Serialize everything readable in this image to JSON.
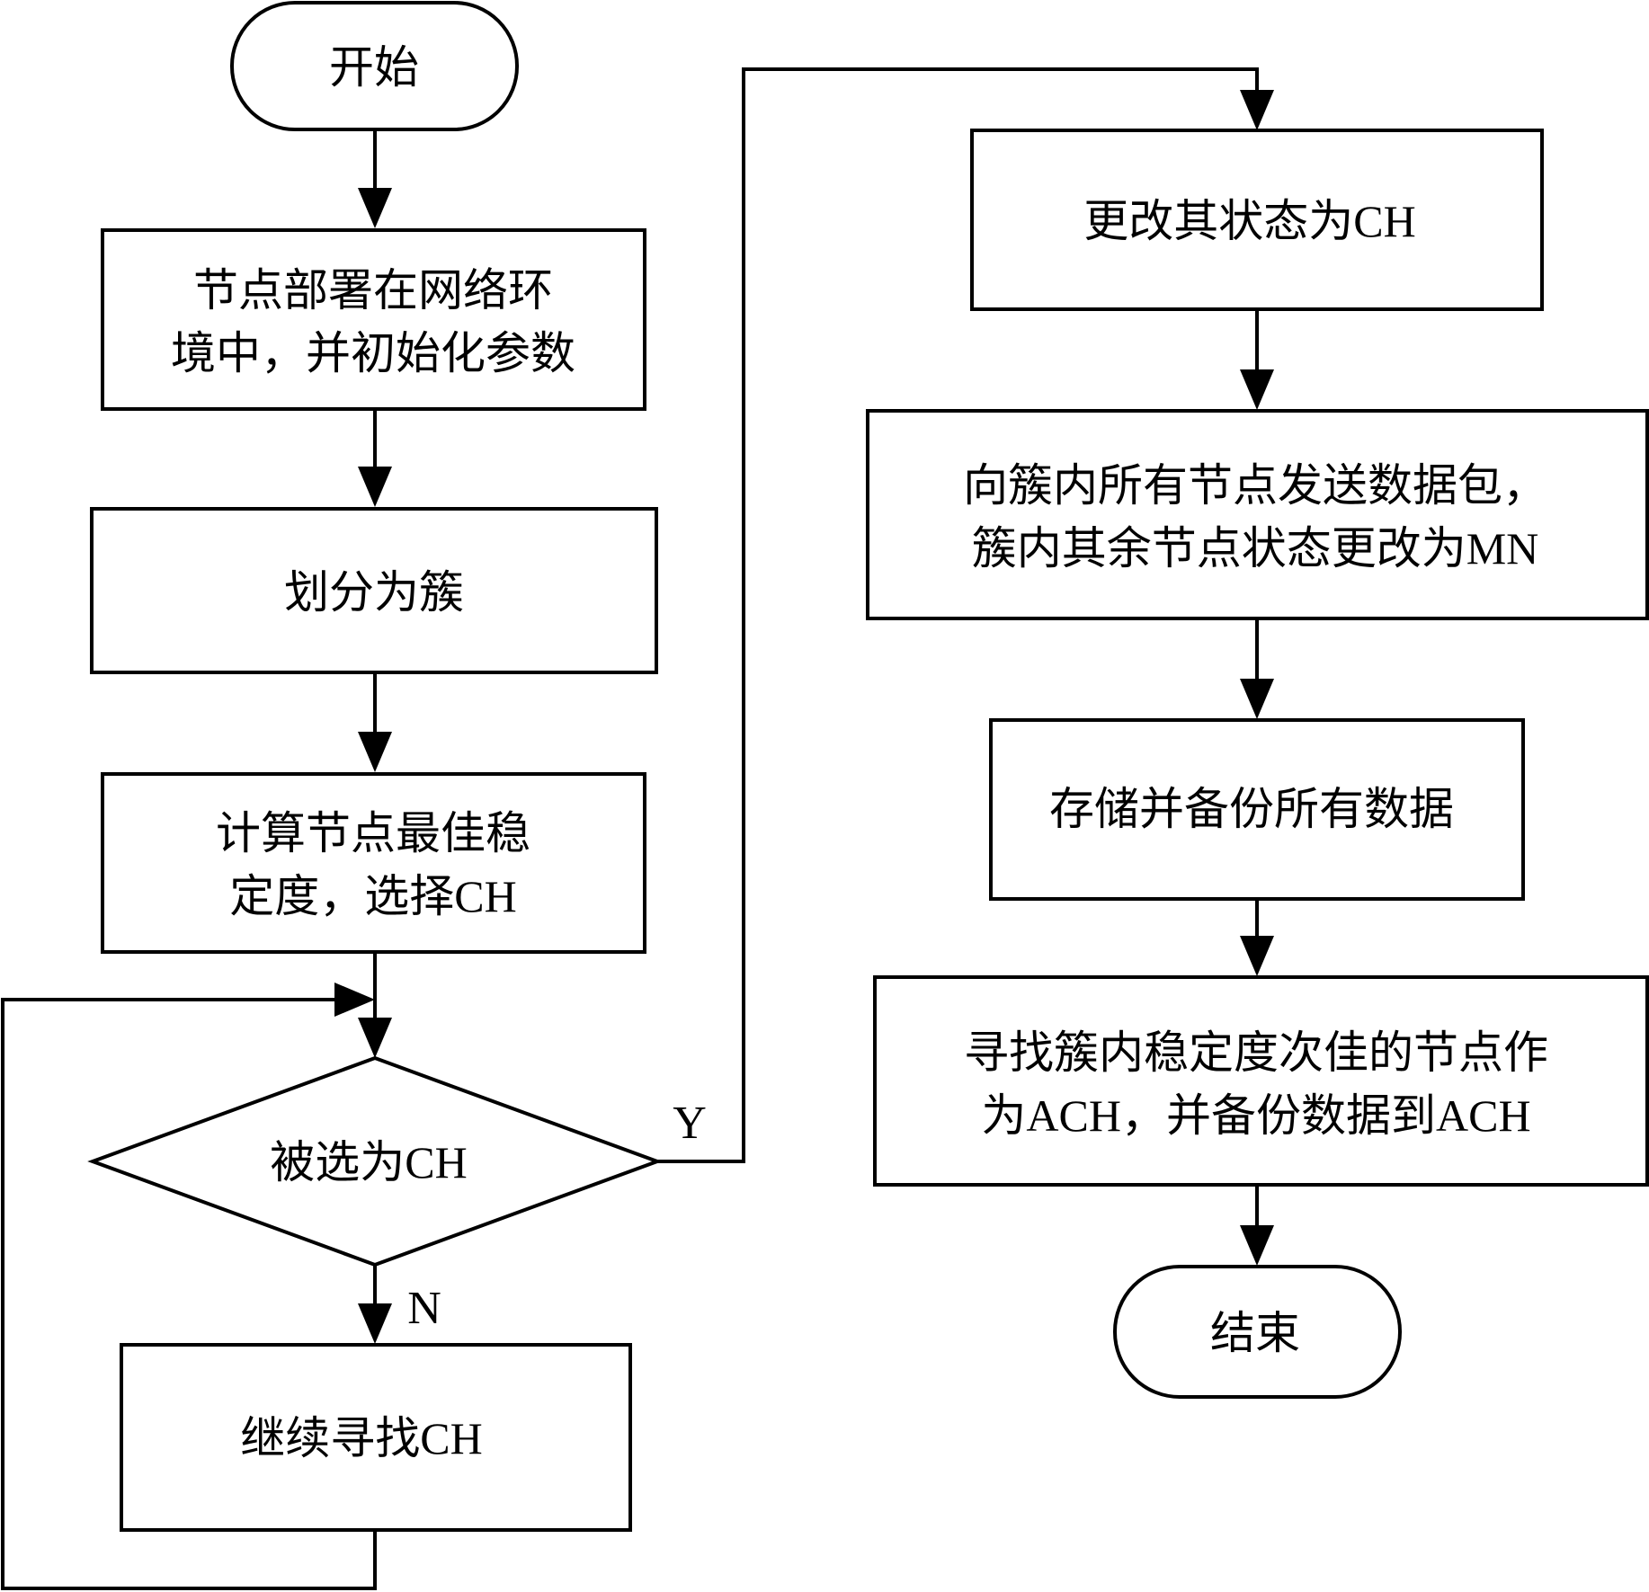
{
  "nodes": {
    "start": {
      "lines": [
        "开始"
      ]
    },
    "init": {
      "lines": [
        "节点部署在网络环",
        "境中，并初始化参数"
      ]
    },
    "cluster": {
      "lines": [
        "划分为簇"
      ]
    },
    "calc": {
      "lines": [
        "计算节点最佳稳",
        "定度，选择CH"
      ]
    },
    "decision": {
      "lines": [
        "被选为CH"
      ]
    },
    "continue": {
      "lines": [
        "继续寻找CH"
      ]
    },
    "change": {
      "lines": [
        "更改其状态为CH"
      ]
    },
    "send": {
      "lines": [
        "向簇内所有节点发送数据包，",
        "簇内其余节点状态更改为MN"
      ]
    },
    "store": {
      "lines": [
        "存储并备份所有数据"
      ]
    },
    "find": {
      "lines": [
        "寻找簇内稳定度次佳的节点作",
        "为ACH，并备份数据到ACH"
      ]
    },
    "end": {
      "lines": [
        "结束"
      ]
    }
  },
  "edge_labels": {
    "yes": "Y",
    "no": "N"
  }
}
